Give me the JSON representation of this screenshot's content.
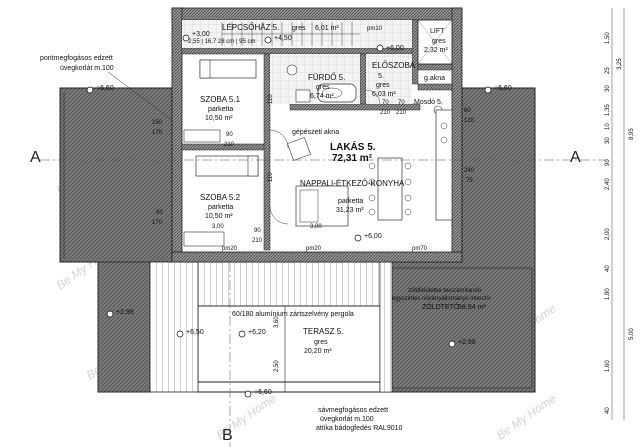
{
  "rooms": {
    "lepcsohaz": {
      "name": "LÉPCSŐHÁZ 5.",
      "floor": "gres",
      "area": "6,01 m²"
    },
    "lift": {
      "name": "LIFT",
      "floor": "gres",
      "area": "2,32 m²"
    },
    "furdo": {
      "name": "FÜRDŐ 5.",
      "floor": "gres",
      "area": "6,74 m²"
    },
    "eloszoba": {
      "name": "ELŐSZOBA",
      "num": "5.",
      "floor": "gres",
      "area": "6,03 m²"
    },
    "szoba1": {
      "name": "SZOBA 5.1",
      "floor": "parketta",
      "area": "10,50 m²"
    },
    "szoba2": {
      "name": "SZOBA 5.2",
      "floor": "parketta",
      "area": "10,50 m²"
    },
    "lakas": {
      "name": "LAKÁS 5.",
      "area": "72,31 m²"
    },
    "nappali": {
      "name": "NAPPALI-ÉTKEZŐ-KONYHA",
      "floor": "parketta",
      "area": "31,23 m²"
    },
    "mosdo": {
      "name": "Mosdó 5."
    },
    "terasz": {
      "name": "TERASZ 5.",
      "floor": "gres",
      "area": "20,20 m²"
    },
    "zoldteto": {
      "line1": "zöldfelületbe beszámítandó",
      "line2": "egyszintes növényállományú intenzív",
      "name": "ZÖLDTETŐ",
      "area": "58,94 m²"
    }
  },
  "labels": {
    "gepeszeti": "gépészeti akna",
    "gakna": "g.akna",
    "pontmeg1": "pontmegfogásos edzett",
    "pontmeg2": "üvegkorlát m.100",
    "pergola": "60/180 alumínium zártszelvény pergola",
    "sav1": "sávmegfogásos edzett",
    "sav2": "üvegkorlát m.100",
    "attika": "attika bádogfedés RAL9010",
    "section_a": "A",
    "section_b": "B",
    "top_dims": "2,55 | 16,7 28 cm | 95 cm",
    "pm20": "pm20",
    "pm70": "pm70",
    "pm10": "pm10"
  },
  "elevations": {
    "e300": "+3,00",
    "e450": "+4,50",
    "e600a": "+6,00",
    "e660a": "+6,60",
    "e660b": "+6,60",
    "e600b": "+6,00",
    "e298a": "+2,98",
    "e650": "+6,50",
    "e620": "+6,20",
    "e298b": "+2,98",
    "e660c": "+6,60"
  },
  "openings": {
    "d1": "150",
    "d1b": "170",
    "d2": "60",
    "d2b": "170",
    "d3": "90",
    "d3b": "210",
    "d4": "90",
    "d4b": "210",
    "d5": "70",
    "d5b": "210",
    "d6": "70",
    "d6b": "210",
    "d7": "110",
    "d8": "110",
    "d9": "240",
    "d9b": "75",
    "d10": "240",
    "d10b": "75",
    "d11": "3,00",
    "d12": "3,00",
    "d13": "60",
    "d13b": "120",
    "d14": "110",
    "d15": "3,60",
    "d16": "2,50"
  },
  "dims": [
    "1,50",
    "3,25",
    "25",
    "30",
    "1,35",
    "10",
    "30",
    "90",
    "8,95",
    "2,00",
    "2,40",
    "1,80",
    "5,00",
    "40",
    "1,60",
    "40"
  ],
  "watermark": "Be My Home"
}
